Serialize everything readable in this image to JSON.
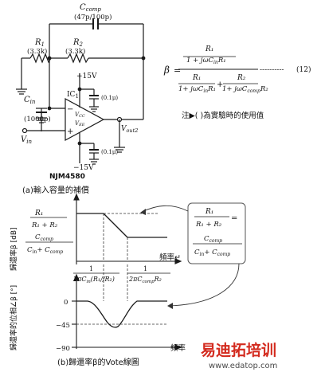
{
  "circuit": {
    "ccomp_label": "C",
    "ccomp_sub": "comp",
    "ccomp_value": "(47p/100p)",
    "r1_label": "R",
    "r1_sub": "1",
    "r1_value": "(3.3k)",
    "r2_label": "R",
    "r2_sub": "2",
    "r2_value": "(3.3k)",
    "vplus": "+15V",
    "vminus": "−15V",
    "cap_top_value": "(0.1μ)",
    "cap_bot_value": "(0.1μ)",
    "ic_label": "IC",
    "ic_sub": "1",
    "vcc": "V",
    "vcc_sub": "CC",
    "vee": "V",
    "vee_sub": "EE",
    "cin_label": "C",
    "cin_sub": "in",
    "cin_value": "(1000p)",
    "vin_label": "V",
    "vin_sub": "in",
    "vout_label": "V",
    "vout_sub": "out2",
    "minus_sign": "−",
    "plus_sign": "+",
    "part_number": "NJM4580",
    "caption_a": "(a)輸入容量的補償"
  },
  "formula": {
    "beta": "β",
    "eq": "=",
    "main_num": "R₁",
    "main_num_den": "1 + jωC",
    "frac1_num": "R₁",
    "frac1_den": "1+ jωC",
    "frac2_num": "R₂",
    "frac2_den": "1+ jωC",
    "plus": "+",
    "in_sub": "in",
    "comp_sub": "comp",
    "r1_tail": "R₁",
    "r2_tail": "R₂",
    "dashes": "----------",
    "number": "(12)",
    "note": "注▶( )為實驗時的使用值"
  },
  "graph": {
    "ylabel_top": "歸還率β [dB]",
    "ylabel_bottom": "歸還率的位相∠β [°]",
    "freq_label_top": "頻率↵",
    "freq_label_bottom": "頻率",
    "high_level_num": "R₁",
    "high_level_den": "R₁ + R₂",
    "low_level_num": "C",
    "low_level_num_sub": "comp",
    "low_level_den": "C",
    "low_level_den_sub": "in",
    "low_level_den_tail": "+ C",
    "low_level_den_tail_sub": "comp",
    "box_num": "R₁",
    "box_den": "R₁ + R₂",
    "box_eq": "=",
    "box_num2": "C",
    "box_num2_sub": "comp",
    "box_den2": "C",
    "box_den2_sub": "in",
    "box_den2_tail": "+ C",
    "box_den2_tail_sub": "comp",
    "f1_num": "1",
    "f1_den": "2πC",
    "f1_den_sub": "in",
    "f1_den_tail": "(R₁//R₂)",
    "f2_num": "1",
    "f2_den": "2πC",
    "f2_den_sub": "comp",
    "f2_den_tail": "R₂",
    "tick_0": "0",
    "tick_45": "−45",
    "tick_90": "−90",
    "caption_b": "(b)歸還率β的Vote線圖"
  },
  "watermark": {
    "brand": "易迪拓培训",
    "url": "www.edatop.com"
  },
  "colors": {
    "line": "#1a1a1a",
    "box": "#555555",
    "watermark_red": "#d32a1e"
  }
}
